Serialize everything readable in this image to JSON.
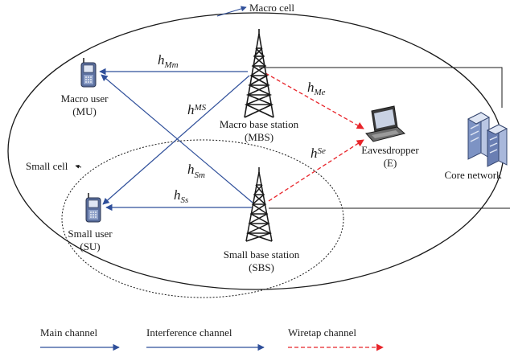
{
  "cells": {
    "macro_cell": "Macro cell",
    "small_cell": "Small cell"
  },
  "nodes": {
    "macro_user": {
      "line1": "Macro user",
      "line2": "(MU)"
    },
    "small_user": {
      "line1": "Small user",
      "line2": "(SU)"
    },
    "macro_bs": {
      "line1": "Macro base station",
      "line2": "(MBS)"
    },
    "small_bs": {
      "line1": "Small base station",
      "line2": "(SBS)"
    },
    "eavesdropper": {
      "line1": "Eavesdropper",
      "line2": "(E)"
    },
    "core_network": "Core network"
  },
  "channels": {
    "h_Mm": {
      "base": "h",
      "sub": "Mm"
    },
    "h_MS": {
      "base": "h",
      "sub": "MS"
    },
    "h_Me": {
      "base": "h",
      "sub": "Me"
    },
    "h_Sm": {
      "base": "h",
      "sub": "Sm"
    },
    "h_Ss": {
      "base": "h",
      "sub": "Ss"
    },
    "h_Se": {
      "base": "h",
      "sub": "Se"
    }
  },
  "legend": {
    "main": "Main channel",
    "interference": "Interference channel",
    "wiretap": "Wiretap channel"
  },
  "colors": {
    "main": "#2f4f9a",
    "interference": "#2f4f9a",
    "wiretap": "#e8242a",
    "ink": "#1a1a1a",
    "tower": "#1a1a1a",
    "server": "#7d93c4"
  },
  "icons": {
    "macro_user": "mobile-phone-icon",
    "small_user": "mobile-phone-icon",
    "macro_bs": "cell-tower-icon",
    "small_bs": "cell-tower-icon",
    "eavesdropper": "laptop-icon",
    "core_network": "server-rack-icon"
  }
}
